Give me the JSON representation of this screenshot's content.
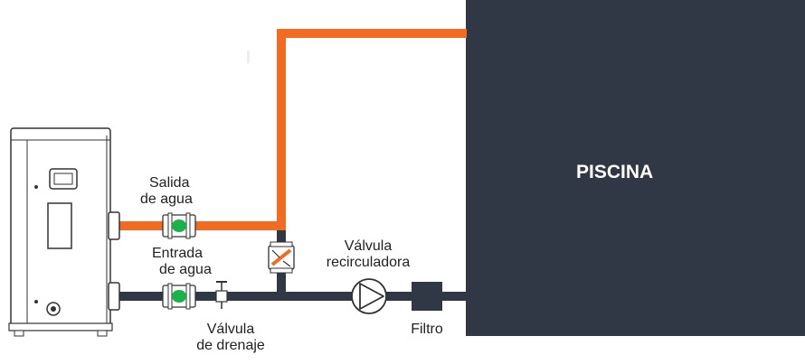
{
  "pool": {
    "label": "PISCINA"
  },
  "labels": {
    "water_outlet": [
      "Salida",
      "de agua"
    ],
    "water_inlet": [
      "Entrada",
      "de agua"
    ],
    "recirculating_valve": [
      "Válvula",
      "recirculadora"
    ],
    "drain_valve": [
      "Válvula",
      "de drenaje"
    ],
    "filter": "Filtro"
  },
  "colors": {
    "hot_pipe": "#f26b21",
    "cold_pipe": "#2f3844",
    "pool": "#2f3844",
    "check_valve_green": "#19b34a"
  }
}
